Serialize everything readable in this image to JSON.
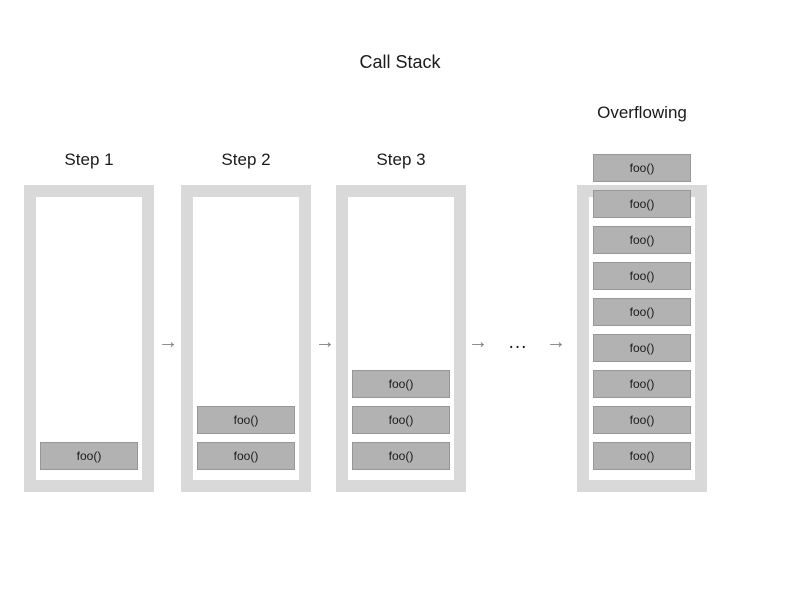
{
  "title": "Call Stack",
  "glyphs": {
    "arrow": "→",
    "ellipsis": "..."
  },
  "colors": {
    "background": "#ffffff",
    "frame": "#d9d9d9",
    "inner": "#ffffff",
    "block_fill": "#b2b2b2",
    "block_border": "#979797",
    "arrow": "#7f7f7f",
    "text": "#1a1a1a"
  },
  "stacks": [
    {
      "label": "Step 1",
      "overflowing": false,
      "frames": [
        "foo()"
      ]
    },
    {
      "label": "Step 2",
      "overflowing": false,
      "frames": [
        "foo()",
        "foo()"
      ]
    },
    {
      "label": "Step 3",
      "overflowing": false,
      "frames": [
        "foo()",
        "foo()",
        "foo()"
      ]
    },
    {
      "label": "Overflowing",
      "overflowing": true,
      "frames": [
        "foo()",
        "foo()",
        "foo()",
        "foo()",
        "foo()",
        "foo()",
        "foo()",
        "foo()",
        "foo()"
      ]
    }
  ]
}
